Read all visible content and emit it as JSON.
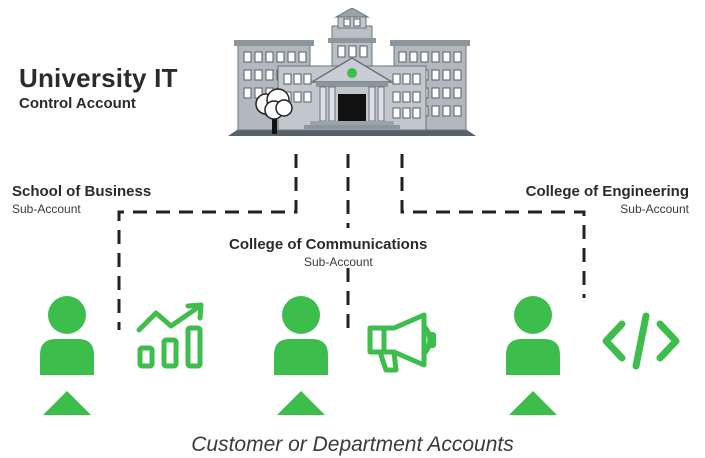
{
  "control": {
    "title": "University IT",
    "subtitle": "Control Account"
  },
  "sub_accounts": [
    {
      "name": "School of Business",
      "type": "Sub-Account",
      "icon": "growth-chart-icon"
    },
    {
      "name": "College of Communications",
      "type": "Sub-Account",
      "icon": "megaphone-icon"
    },
    {
      "name": "College of Engineering",
      "type": "Sub-Account",
      "icon": "code-icon"
    }
  ],
  "caption": "Customer or Department Accounts",
  "colors": {
    "green": "#3dbd4c",
    "building_gray": "#aab1b8",
    "building_dark": "#55606b",
    "text": "#2b2b2b"
  }
}
